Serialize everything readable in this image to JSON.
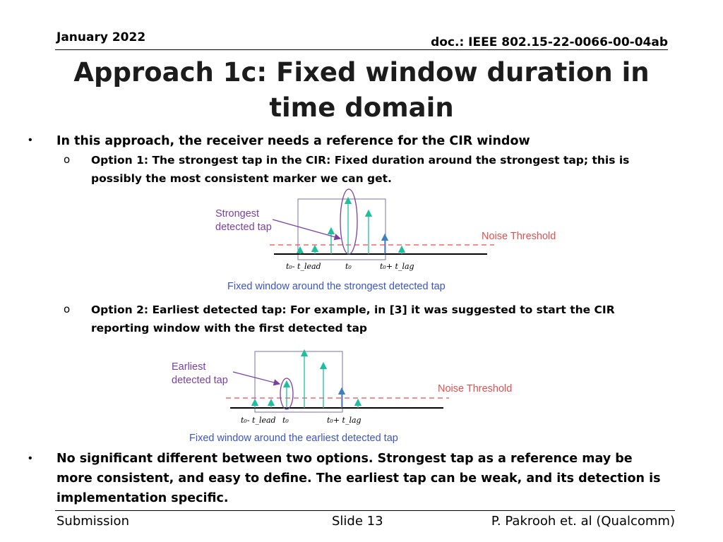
{
  "header": {
    "date": "January 2022",
    "doc_id": "doc.: IEEE 802.15-22-0066-00-04ab"
  },
  "title": "Approach 1c: Fixed window duration in time domain",
  "bullets": {
    "intro": "In this approach, the receiver needs a reference for the CIR window",
    "option1": "Option 1: The strongest tap in the CIR: Fixed duration around the strongest tap; this is possibly the most consistent marker we can get.",
    "option2": "Option 2: Earliest detected tap: For example, in [3] it was suggested to start the CIR reporting window with the first detected tap",
    "conclusion": "No significant different between two options. Strongest tap as a reference may be more consistent,  and easy to define. The earliest tap can be weak, and its detection is implementation specific."
  },
  "figure1": {
    "callout_line1": "Strongest",
    "callout_line2": "detected tap",
    "noise_label": "Noise Threshold",
    "caption": "Fixed window around the strongest detected tap",
    "label_lead": "t₀- t_lead",
    "label_t0": "t₀",
    "label_lag": "t₀+ t_lag"
  },
  "figure2": {
    "callout_line1": "Earliest",
    "callout_line2": "detected tap",
    "noise_label": "Noise Threshold",
    "caption": "Fixed window around the earliest detected tap",
    "label_lead": "t₀- t_lead",
    "label_t0": "t₀",
    "label_lag": "t₀+ t_lag"
  },
  "colors": {
    "tap": "#1dbf9c",
    "window": "#7a72b5",
    "noise": "#e84d4d",
    "callout": "#7a3fa3",
    "caption": "#3a55c9"
  },
  "footer": {
    "left": "Submission",
    "center": "Slide 13",
    "right": "P. Pakrooh et. al (Qualcomm)"
  }
}
